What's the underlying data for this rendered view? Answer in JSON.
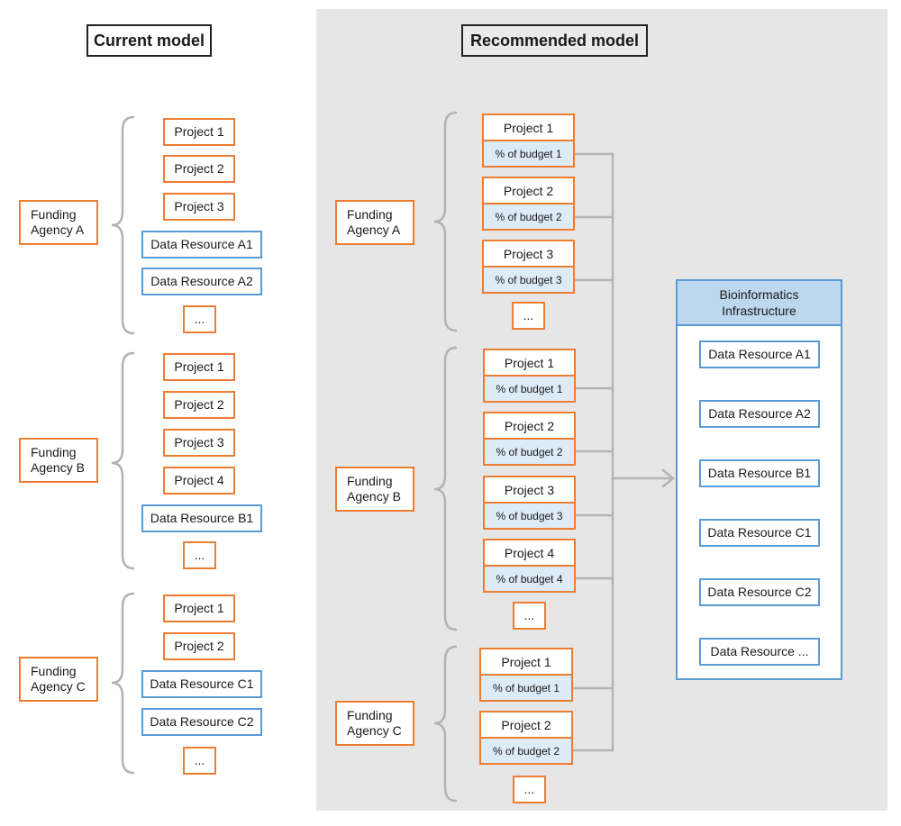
{
  "titles": {
    "current": "Current model",
    "recommended": "Recommended model"
  },
  "current": {
    "agencies": [
      "Funding Agency A",
      "Funding Agency B",
      "Funding Agency C"
    ],
    "groupA": [
      "Project 1",
      "Project 2",
      "Project 3",
      "Data Resource A1",
      "Data Resource A2",
      "..."
    ],
    "groupB": [
      "Project 1",
      "Project 2",
      "Project 3",
      "Project 4",
      "Data Resource B1",
      "..."
    ],
    "groupC": [
      "Project 1",
      "Project 2",
      "Data Resource C1",
      "Data Resource C2",
      "..."
    ]
  },
  "recommended": {
    "agencies": [
      "Funding Agency A",
      "Funding Agency B",
      "Funding Agency C"
    ],
    "groupA": [
      {
        "project": "Project 1",
        "budget": "% of budget 1"
      },
      {
        "project": "Project 2",
        "budget": "% of budget 2"
      },
      {
        "project": "Project 3",
        "budget": "% of budget 3"
      }
    ],
    "groupB": [
      {
        "project": "Project 1",
        "budget": "% of budget 1"
      },
      {
        "project": "Project 2",
        "budget": "% of budget 2"
      },
      {
        "project": "Project 3",
        "budget": "% of budget 3"
      },
      {
        "project": "Project 4",
        "budget": "% of budget 4"
      }
    ],
    "groupC": [
      {
        "project": "Project 1",
        "budget": "% of budget 1"
      },
      {
        "project": "Project 2",
        "budget": "% of budget 2"
      }
    ],
    "ellipsis": "..."
  },
  "infrastructure": {
    "title_line1": "Bioinformatics",
    "title_line2": "Infrastructure",
    "resources": [
      "Data Resource A1",
      "Data Resource A2",
      "Data Resource B1",
      "Data Resource C1",
      "Data Resource C2",
      "Data Resource ..."
    ]
  },
  "colors": {
    "project_border": "#ed7d31",
    "resource_border": "#5b9bd5",
    "budget_fill": "#ddebf7",
    "infra_header": "#bdd7ee",
    "panel": "#e6e6e6",
    "connector": "#b3b3b3"
  }
}
